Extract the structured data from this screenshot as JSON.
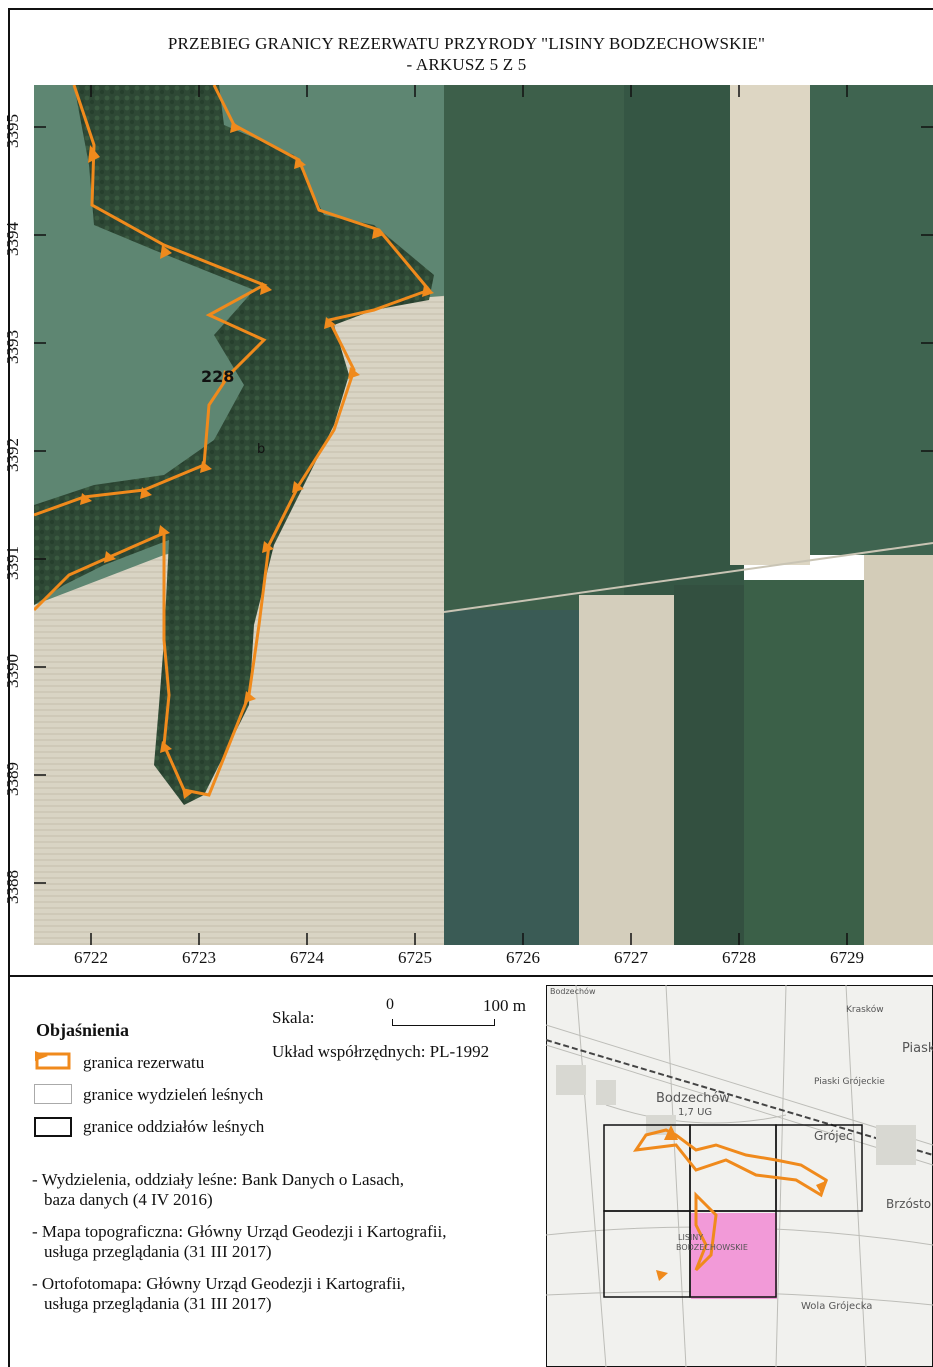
{
  "title": {
    "line1": "PRZEBIEG GRANICY REZERWATU PRZYRODY \"LISINY BODZECHOWSKIE\"",
    "line2": "- ARKUSZ 5 Z 5"
  },
  "axes": {
    "x_labels": [
      "6722",
      "6723",
      "6724",
      "6725",
      "6726",
      "6727",
      "6728",
      "6729"
    ],
    "y_labels": [
      "3395",
      "3394",
      "3393",
      "3392",
      "3391",
      "3390",
      "3389",
      "3388"
    ]
  },
  "map": {
    "compartment_label": "228",
    "subdivision_label": "b"
  },
  "legend": {
    "title": "Objaśnienia",
    "items": [
      {
        "label": "granica rezerwatu",
        "symbol": "orange-triangle-line"
      },
      {
        "label": "granice wydzieleń leśnych",
        "symbol": "thin-grey-box"
      },
      {
        "label": "granice oddziałów leśnych",
        "symbol": "black-box"
      }
    ]
  },
  "scale": {
    "label": "Skala:",
    "start": "0",
    "end": "100 m"
  },
  "coordinate_system": "Układ współrzędnych: PL-1992",
  "sources": [
    {
      "line1": "- Wydzielenia, oddziały leśne: Bank Danych o Lasach,",
      "line2": "baza danych (4 IV 2016)"
    },
    {
      "line1": "- Mapa topograficzna: Główny Urząd Geodezji i Kartografii,",
      "line2": "usługa przeglądania (31 III 2017)"
    },
    {
      "line1": "- Ortofotomapa: Główny Urząd Geodezji i Kartografii,",
      "line2": "usługa przeglądania (31 III 2017)"
    }
  ],
  "inset": {
    "place_labels": [
      "Bodzechów",
      "Krasków",
      "Piask",
      "Piaski Grójeckie",
      "Bodzechów",
      "1,7 UG",
      "Grójec",
      "Brzósto",
      "LISINY",
      "BODZECHOWSKIE",
      "Wola Grójecka"
    ]
  },
  "colors": {
    "boundary": "#f08a1c",
    "highlight": "#f29ad8",
    "forest": "#2f4a35",
    "field_green": "#3e6550",
    "field_light": "#d8d2c0"
  }
}
